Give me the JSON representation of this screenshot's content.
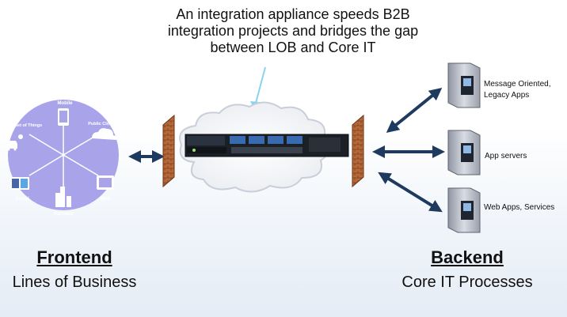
{
  "headline": {
    "line1": "An integration appliance speeds B2B",
    "line2": "integration projects and bridges the gap",
    "line3": "between LOB and Core IT"
  },
  "frontend": {
    "title": "Frontend",
    "subtitle": "Lines of Business",
    "hub_labels": {
      "mobile": "Mobile",
      "iot": "Internet of Things",
      "cloud": "Public Cloud",
      "social": "Social",
      "partners": "Partners",
      "web": "Web"
    }
  },
  "backend": {
    "title": "Backend",
    "subtitle": "Core IT Processes",
    "servers": [
      {
        "label": "Message Oriented, Legacy Apps"
      },
      {
        "label": "App servers"
      },
      {
        "label": "Web Apps, Services"
      }
    ]
  },
  "colors": {
    "hub": "#a9a4ea",
    "arrow": "#1f3a5f",
    "firewall": "#b4633a",
    "callout": "#88d4ee"
  }
}
